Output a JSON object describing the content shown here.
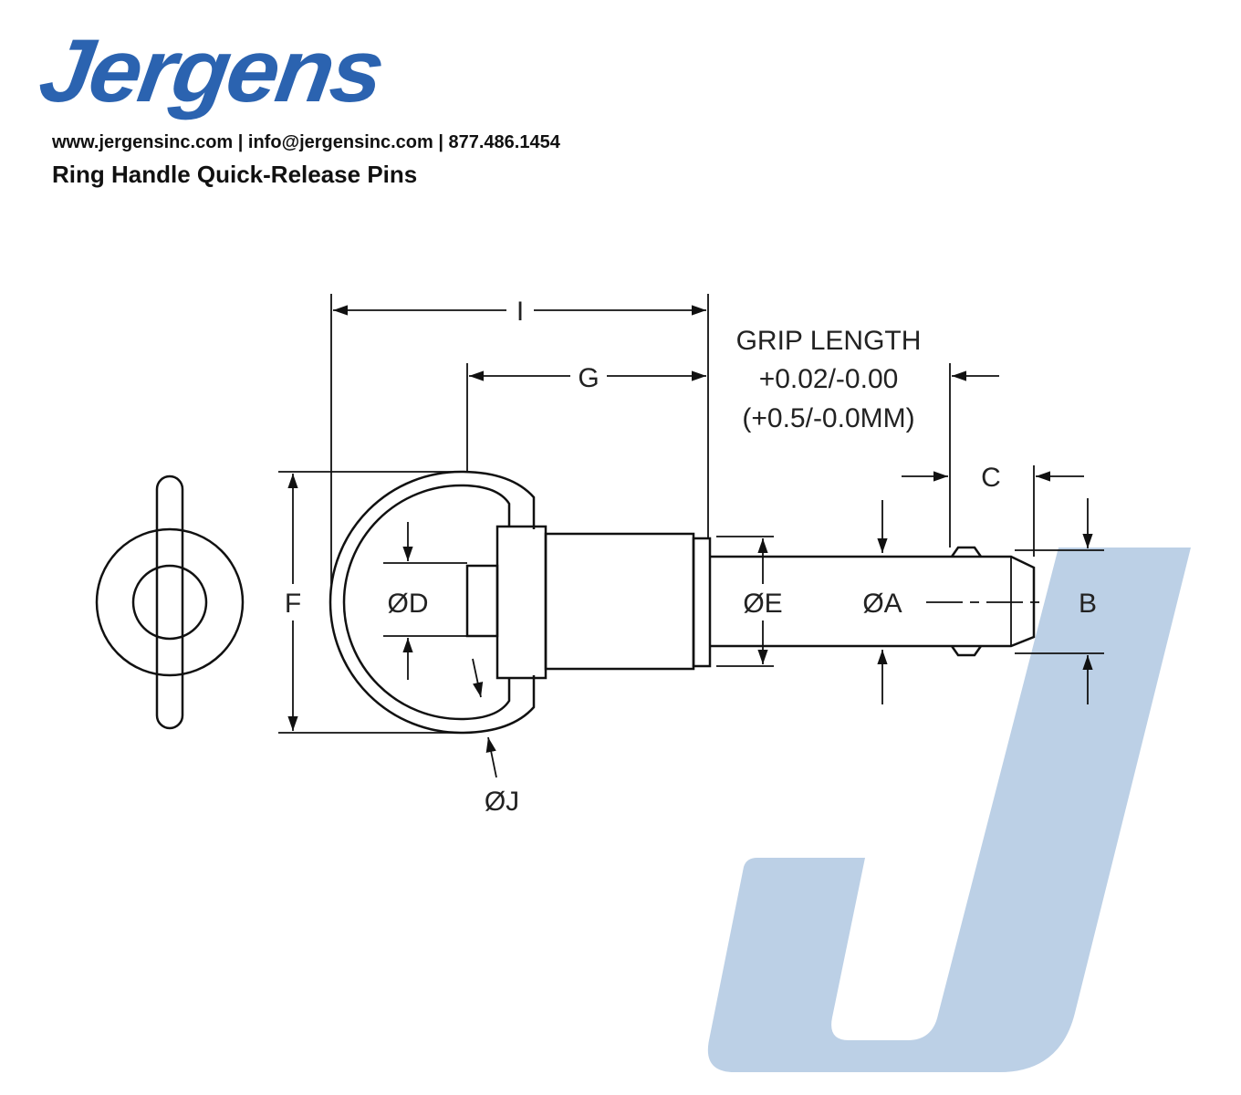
{
  "header": {
    "logo_text": "Jergens",
    "contact": "www.jergensinc.com | info@jergensinc.com | 877.486.1454",
    "title": "Ring Handle Quick-Release Pins"
  },
  "colors": {
    "brand": "#2b63b0",
    "watermark": "#bcd0e6"
  },
  "diagram": {
    "labels": {
      "I": "I",
      "G": "G",
      "F": "F",
      "D": "ØD",
      "E": "ØE",
      "A": "ØA",
      "B": "B",
      "C": "C",
      "J": "ØJ"
    },
    "grip_length": [
      "GRIP LENGTH",
      "+0.02/-0.00",
      "(+0.5/-0.0MM)"
    ]
  }
}
